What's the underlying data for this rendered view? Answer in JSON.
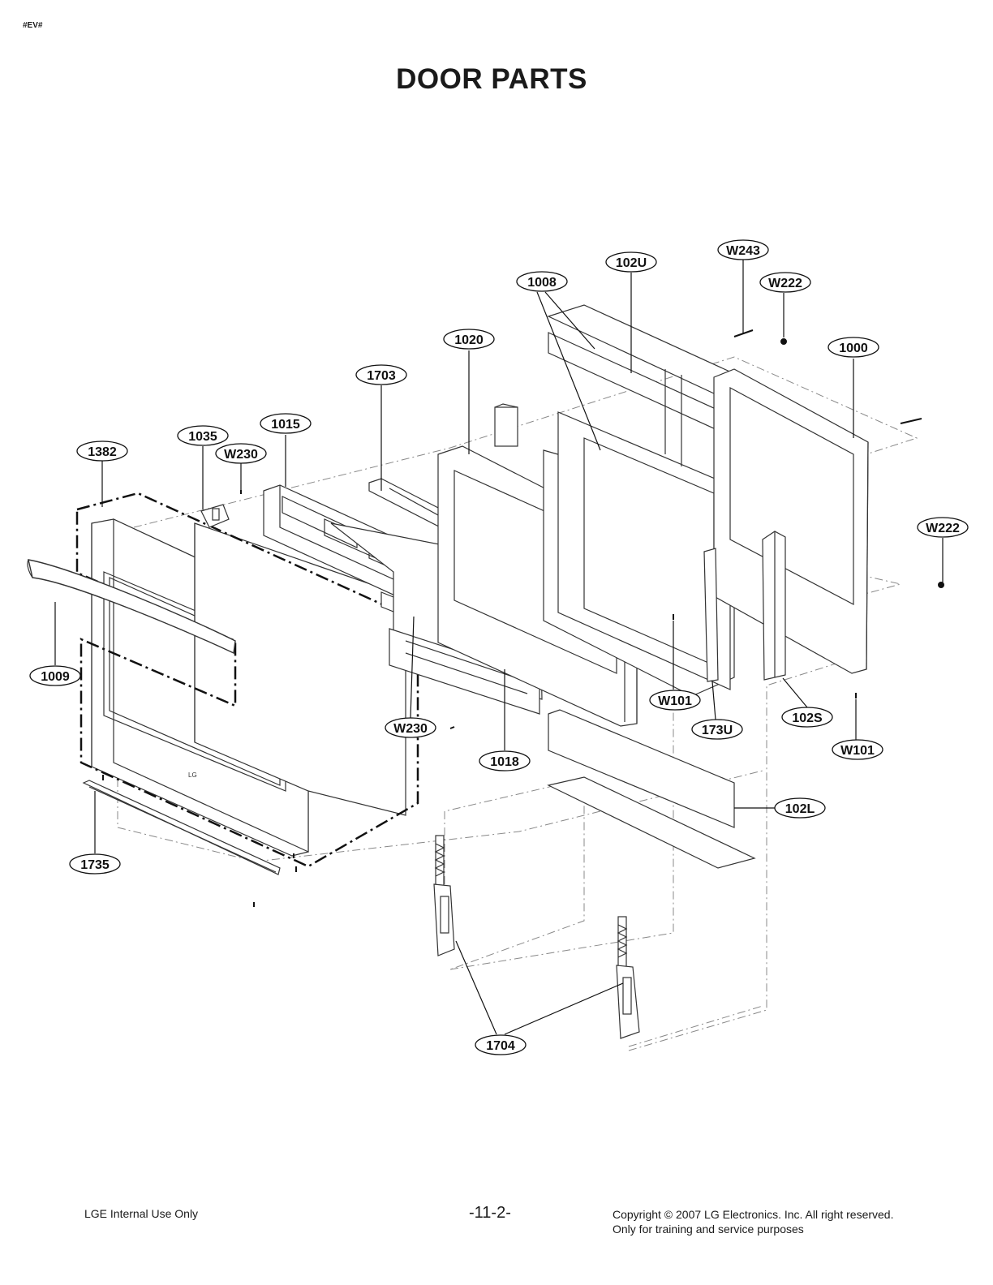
{
  "header": {
    "tag": "#EV#",
    "title": "DOOR PARTS"
  },
  "callouts": [
    {
      "id": "c-w243",
      "label": "W243"
    },
    {
      "id": "c-102u",
      "label": "102U"
    },
    {
      "id": "c-w222a",
      "label": "W222"
    },
    {
      "id": "c-1008",
      "label": "1008"
    },
    {
      "id": "c-1020",
      "label": "1020"
    },
    {
      "id": "c-1000",
      "label": "1000"
    },
    {
      "id": "c-1703",
      "label": "1703"
    },
    {
      "id": "c-1015",
      "label": "1015"
    },
    {
      "id": "c-1035",
      "label": "1035"
    },
    {
      "id": "c-w230a",
      "label": "W230"
    },
    {
      "id": "c-1382",
      "label": "1382"
    },
    {
      "id": "c-w222b",
      "label": "W222"
    },
    {
      "id": "c-1009",
      "label": "1009"
    },
    {
      "id": "c-w101a",
      "label": "W101"
    },
    {
      "id": "c-102s",
      "label": "102S"
    },
    {
      "id": "c-173u",
      "label": "173U"
    },
    {
      "id": "c-w230b",
      "label": "W230"
    },
    {
      "id": "c-w101b",
      "label": "W101"
    },
    {
      "id": "c-1018",
      "label": "1018"
    },
    {
      "id": "c-102l",
      "label": "102L"
    },
    {
      "id": "c-1735",
      "label": "1735"
    },
    {
      "id": "c-1704",
      "label": "1704"
    }
  ],
  "footer": {
    "left": "LGE Internal Use Only",
    "center": "-11-2-",
    "right_line1": "Copyright © 2007 LG Electronics. Inc. All right reserved.",
    "right_line2": "Only for training and service purposes"
  }
}
